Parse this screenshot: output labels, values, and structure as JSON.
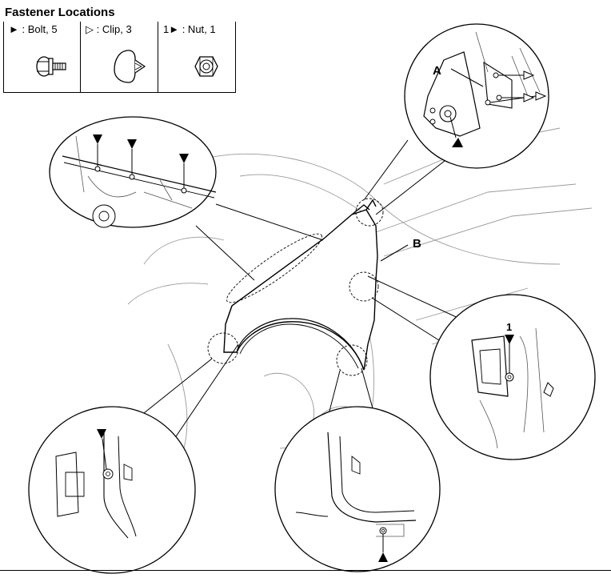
{
  "legend": {
    "title": "Fastener Locations",
    "items": [
      {
        "label": "► : Bolt, 5",
        "icon": "bolt-icon"
      },
      {
        "label": "▷ : Clip, 3",
        "icon": "clip-icon"
      },
      {
        "label": "1► : Nut, 1",
        "icon": "nut-icon"
      }
    ]
  },
  "callouts": {
    "a": "A",
    "b": "B",
    "nut_number": "1"
  },
  "colors": {
    "line": "#000000",
    "background": "#ffffff",
    "faint": "#9a9a9a"
  }
}
